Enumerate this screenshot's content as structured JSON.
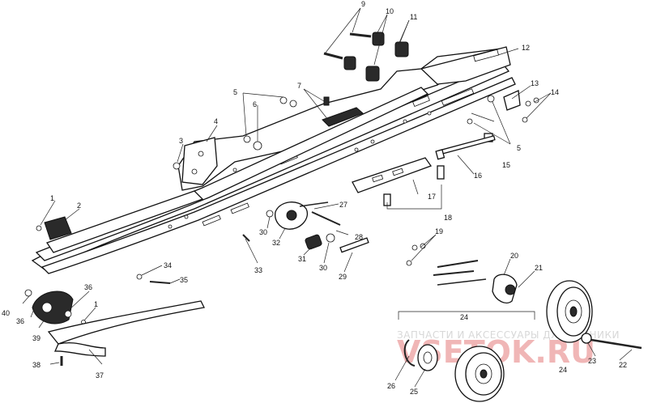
{
  "callouts": [
    "9",
    "10",
    "11",
    "12",
    "13",
    "14",
    "5",
    "7",
    "6",
    "5",
    "4",
    "3",
    "1",
    "2",
    "27",
    "28",
    "30",
    "32",
    "33",
    "31",
    "30",
    "29",
    "34",
    "35",
    "36",
    "40",
    "36",
    "1",
    "39",
    "38",
    "37",
    "15",
    "16",
    "17",
    "18",
    "19",
    "20",
    "21",
    "24",
    "23",
    "22",
    "24",
    "26",
    "25"
  ],
  "watermark": {
    "caption": "ЗАПЧАСТИ И АКСЕССУАРЫ ДЛЯ ТЕХНИКИ",
    "logo": "VSETOK.RU"
  }
}
